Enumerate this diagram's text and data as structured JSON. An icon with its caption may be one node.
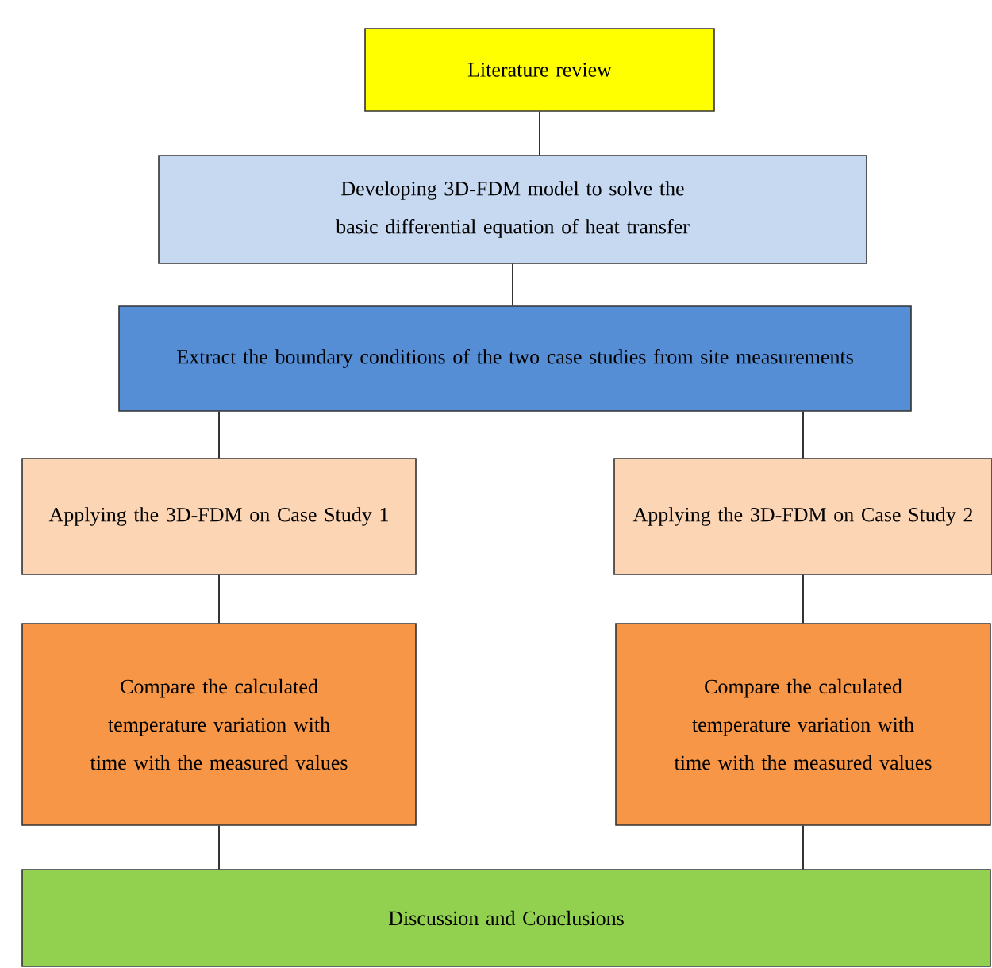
{
  "diagram": {
    "nodes": [
      {
        "text": [
          "Literature review"
        ]
      },
      {
        "text": [
          "Developing 3D-FDM model to solve the basic differential equation of heat transfer"
        ]
      },
      {
        "text": [
          "Extract the boundary conditions of the two case studies from site measurements"
        ]
      },
      {
        "text": [
          "Applying the 3D-FDM on Case Study 1"
        ]
      },
      {
        "text": [
          "Applying the 3D-FDM on Case Study 2"
        ]
      },
      {
        "text": [
          "Compare the calculated temperature variation with time with the measured values"
        ]
      },
      {
        "text": [
          "Compare the calculated temperature variation with time with the measured values"
        ]
      },
      {
        "text": [
          "Discussion and Conclusions"
        ]
      }
    ],
    "edges": [
      {
        "from": 0,
        "to": 1,
        "arrow": "none"
      },
      {
        "from": 1,
        "to": 2,
        "arrow": "none"
      },
      {
        "from": 2,
        "to": 3,
        "arrow": "none"
      },
      {
        "from": 2,
        "to": 4,
        "arrow": "none"
      },
      {
        "from": 3,
        "to": 5,
        "arrow": "none"
      },
      {
        "from": 4,
        "to": 6,
        "arrow": "none"
      },
      {
        "from": 5,
        "to": 7,
        "arrow": "none"
      },
      {
        "from": 6,
        "to": 7,
        "arrow": "none"
      }
    ]
  }
}
